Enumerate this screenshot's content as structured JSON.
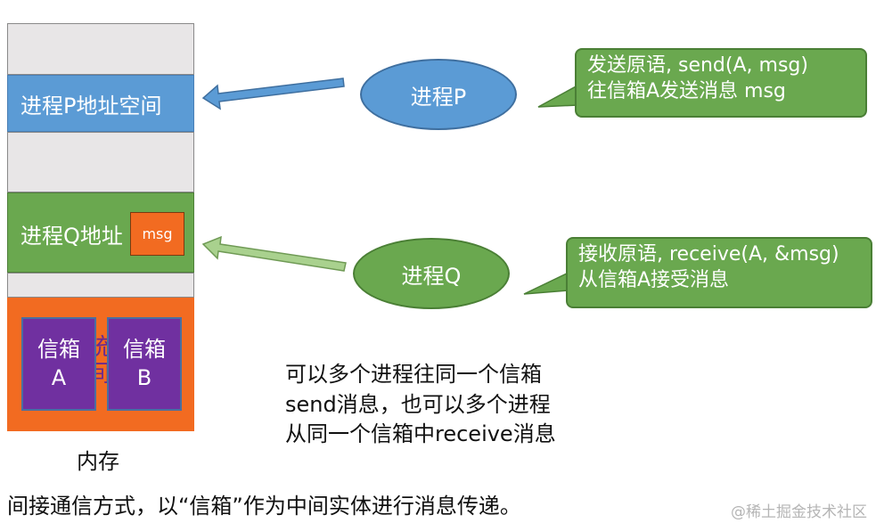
{
  "memory": {
    "process_p_space": "进程P地址空间",
    "process_q_space": "进程Q地址",
    "msg": "msg",
    "system_space": [
      "系统",
      "空间"
    ],
    "mailboxes": [
      {
        "line1": "信箱",
        "line2": "A"
      },
      {
        "line1": "信箱",
        "line2": "B"
      }
    ],
    "label": "内存"
  },
  "processes": {
    "p": "进程P",
    "q": "进程Q"
  },
  "callouts": {
    "send": {
      "line1": "发送原语, send(A, msg)",
      "line2": "往信箱A发送消息 msg"
    },
    "receive": {
      "line1": "接收原语, receive(A, &msg)",
      "line2": "从信箱A接受消息"
    }
  },
  "note": [
    "可以多个进程往同一个信箱",
    "send消息，也可以多个进程",
    "从同一个信箱中receive消息"
  ],
  "caption": "间接通信方式，以“信箱”作为中间实体进行消息传递。",
  "watermark": "@稀土掘金技术社区",
  "colors": {
    "blue": "#5b9bd5",
    "green": "#6aa84f",
    "orange": "#f26b21",
    "purple": "#7030a0",
    "gray": "#e8e6e7"
  }
}
